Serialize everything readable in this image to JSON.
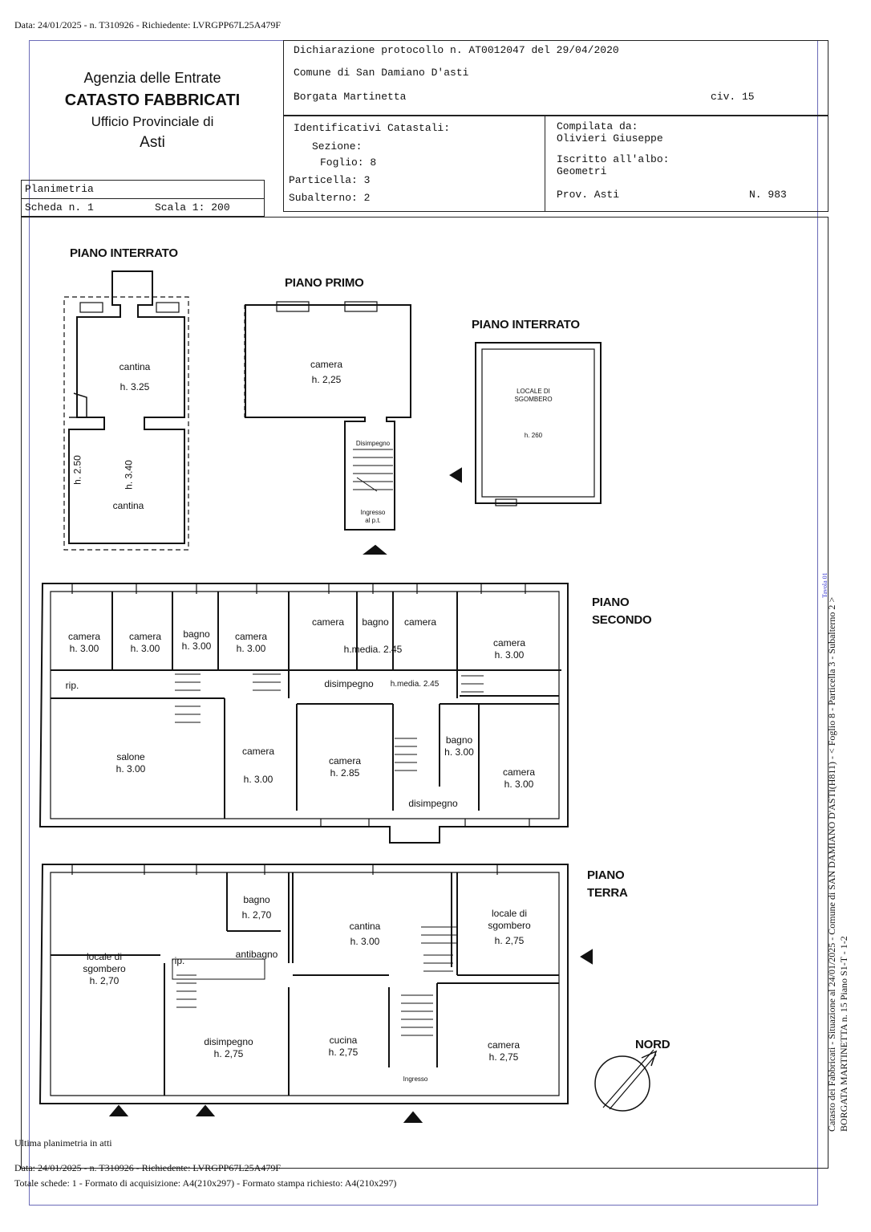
{
  "top_note": "Data: 24/01/2025 - n. T310926 - Richiedente: LVRGPP67L25A479F",
  "header": {
    "agency_line1": "Agenzia delle Entrate",
    "agency_line2": "CATASTO FABBRICATI",
    "agency_line3": "Ufficio Provinciale di",
    "agency_line4": "Asti",
    "dichiarazione": "Dichiarazione protocollo n. AT0012047 del  29/04/2020",
    "comune": "Comune di San Damiano D'asti",
    "indirizzo": "Borgata Martinetta",
    "civico": "civ. 15",
    "ident_title": "Identificativi Catastali:",
    "sezione": "Sezione:",
    "foglio": "Foglio: 8",
    "particella": "Particella: 3",
    "subalterno": "Subalterno: 2",
    "compilata_label": "Compilata da:",
    "compilata_nome": "Olivieri Giuseppe",
    "iscritto_label": "Iscritto all'albo:",
    "iscritto_valore": "Geometri",
    "prov": "Prov. Asti",
    "numero": "N. 983",
    "planimetria": "Planimetria",
    "scheda": "Scheda n. 1",
    "scala": "Scala 1: 200"
  },
  "floors": {
    "interrato_a": {
      "title": "PIANO INTERRATO",
      "rooms": [
        {
          "name": "cantina",
          "h": "h. 3.25"
        },
        {
          "name": "cantina",
          "h1": "h. 2.50",
          "h2": "h. 3.40"
        }
      ]
    },
    "primo": {
      "title": "PIANO PRIMO",
      "rooms": [
        {
          "name": "camera",
          "h": "h. 2,25"
        },
        {
          "name": "Disimpegno"
        },
        {
          "name": "Ingresso",
          "sub": "al p.t."
        }
      ]
    },
    "interrato_b": {
      "title": "PIANO INTERRATO",
      "room_l1": "LOCALE DI",
      "room_l2": "SGOMBERO",
      "h": "h. 260"
    },
    "secondo": {
      "title_l1": "PIANO",
      "title_l2": "SECONDO",
      "rooms": {
        "camera1": [
          "camera",
          "h. 3.00"
        ],
        "camera2": [
          "camera",
          "h. 3.00"
        ],
        "bagno1": [
          "bagno",
          "h. 3.00"
        ],
        "camera3": [
          "camera",
          "h. 3.00"
        ],
        "camera4": "camera",
        "bagno2": "bagno",
        "camera5": "camera",
        "hmedia1": "h.media. 2.45",
        "camera6": [
          "camera",
          "h. 3.00"
        ],
        "rip": "rip.",
        "disimpegno1": "disimpegno",
        "hmedia2": "h.media. 2.45",
        "salone": [
          "salone",
          "h. 3.00"
        ],
        "camera7": [
          "camera",
          "h. 3.00"
        ],
        "camera8": [
          "camera",
          "h. 2.85"
        ],
        "bagno3": [
          "bagno",
          "h. 3.00"
        ],
        "camera9": [
          "camera",
          "h. 3.00"
        ],
        "disimpegno2": "disimpegno"
      }
    },
    "terra": {
      "title_l1": "PIANO",
      "title_l2": "TERRA",
      "rooms": {
        "bagno": [
          "bagno",
          "h. 2,70"
        ],
        "antibagno": "antibagno",
        "locale1": [
          "locale di",
          "sgombero",
          "h. 2,70"
        ],
        "rip": "rip.",
        "cantina": [
          "cantina",
          "h. 3.00"
        ],
        "locale2": [
          "locale di",
          "sgombero",
          "h. 2,75"
        ],
        "disimpegno": [
          "disimpegno",
          "h. 2,75"
        ],
        "cucina": [
          "cucina",
          "h. 2,75"
        ],
        "camera": [
          "camera",
          "h. 2,75"
        ],
        "ingresso": "Ingresso"
      }
    },
    "nord": "NORD"
  },
  "side_text": {
    "line1": "Catasto dei Fabbricati - Situazione al 24/01/2025 - Comune di SAN DAMIANO D'ASTI(H811) - < Foglio 8 - Particella 3 - Subalterno 2 >",
    "line2": "BORGATA MARTINETTA n. 15 Piano S1-T - 1-2",
    "stamp": "Tavola 01"
  },
  "footer": {
    "ultima": "Ultima planimetria in atti",
    "data": "Data: 24/01/2025 - n. T310926 - Richiedente: LVRGPP67L25A479F",
    "totale": "Totale schede: 1 - Formato di acquisizione: A4(210x297)  - Formato stampa richiesto: A4(210x297)"
  }
}
